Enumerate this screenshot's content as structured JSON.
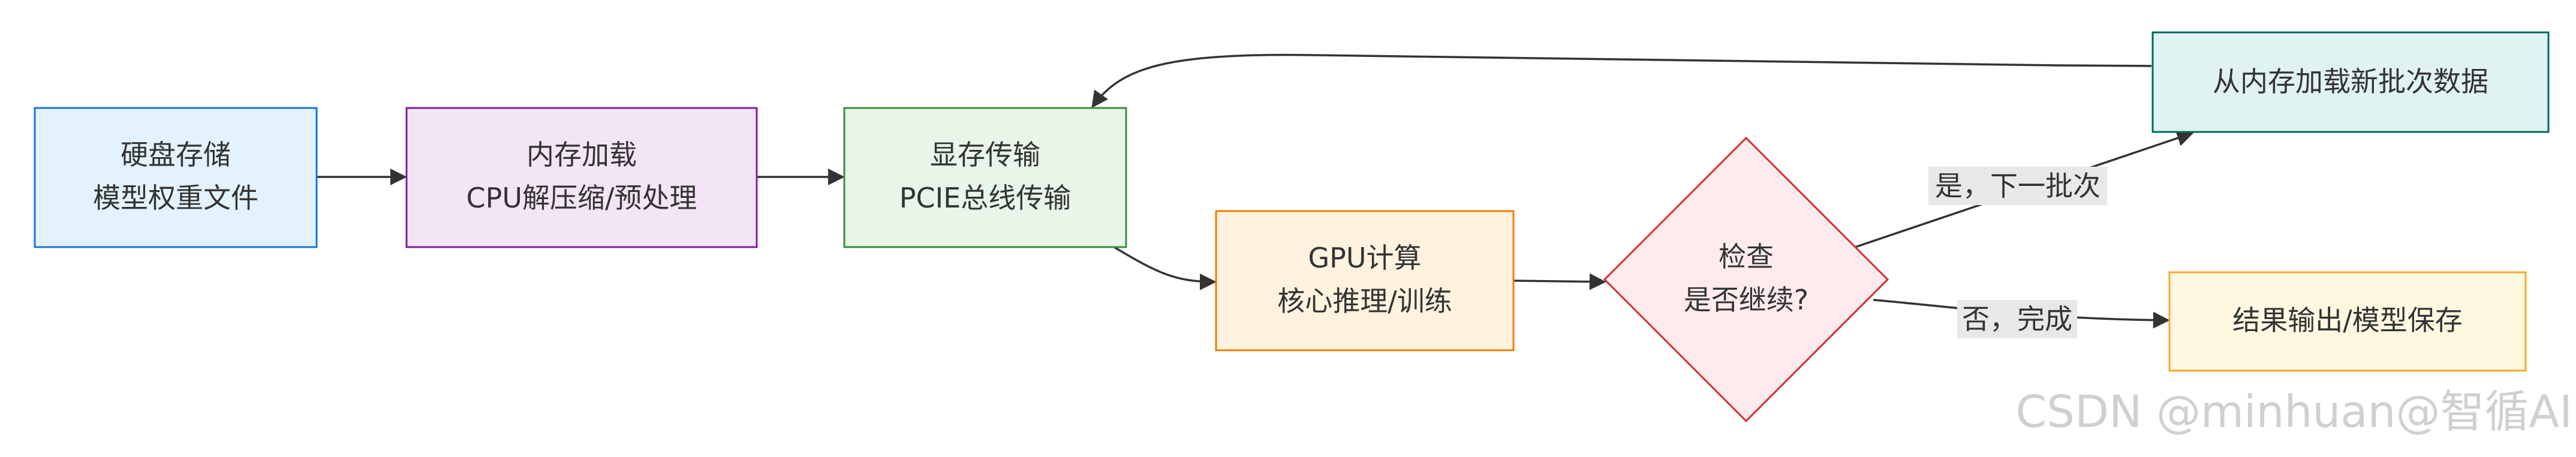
{
  "nodes": {
    "disk": {
      "line1": "硬盘存储",
      "line2": "模型权重文件",
      "fill": "#e3f2fd",
      "stroke": "#1976d2"
    },
    "memory": {
      "line1": "内存加载",
      "line2": "CPU解压缩/预处理",
      "fill": "#f3e5f5",
      "stroke": "#7b1fa2"
    },
    "vram": {
      "line1": "显存传输",
      "line2": "PCIE总线传输",
      "fill": "#e8f5e9",
      "stroke": "#388e3c"
    },
    "gpu": {
      "line1": "GPU计算",
      "line2": "核心推理/训练",
      "fill": "#fff3e0",
      "stroke": "#f57c00"
    },
    "check": {
      "line1": "检查",
      "line2": "是否继续?",
      "fill": "#ffebee",
      "stroke": "#d32f2f"
    },
    "next": {
      "line1": "从内存加载新批次数据",
      "fill": "#e0f2f1",
      "stroke": "#00695c"
    },
    "output": {
      "line1": "结果输出/模型保存",
      "fill": "#fff8e1",
      "stroke": "#f9a825"
    }
  },
  "edges": {
    "yes_label": "是，下一批次",
    "no_label": "否，完成"
  },
  "watermark": "CSDN @minhuan@智循AI"
}
